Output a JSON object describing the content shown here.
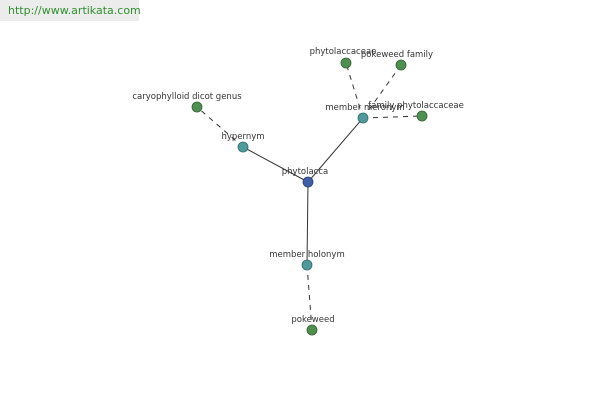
{
  "site_link": "http://www.artikata.com",
  "colors": {
    "center_node": "#3f5fa8",
    "relation_node": "#4f9a9a",
    "leaf_node": "#4f8f4f",
    "edge": "#333333"
  },
  "graph": {
    "center": {
      "label": "phytolacca"
    },
    "relations": [
      {
        "key": "hypernym",
        "label": "hypernym"
      },
      {
        "key": "member_meronym",
        "label": "member meronym"
      },
      {
        "key": "member_holonym",
        "label": "member holonym"
      }
    ],
    "leaves": [
      {
        "key": "caryophylloid",
        "label": "caryophylloid dicot genus",
        "relation": "hypernym"
      },
      {
        "key": "phytolaccaceae",
        "label": "phytolaccaceae",
        "relation": "member_meronym"
      },
      {
        "key": "pokeweed_family",
        "label": "pokeweed family",
        "relation": "member_meronym"
      },
      {
        "key": "family_phytolaccaceae",
        "label": "family phytolaccaceae",
        "relation": "member_meronym"
      },
      {
        "key": "pokeweed",
        "label": "pokeweed",
        "relation": "member_holonym"
      }
    ]
  }
}
